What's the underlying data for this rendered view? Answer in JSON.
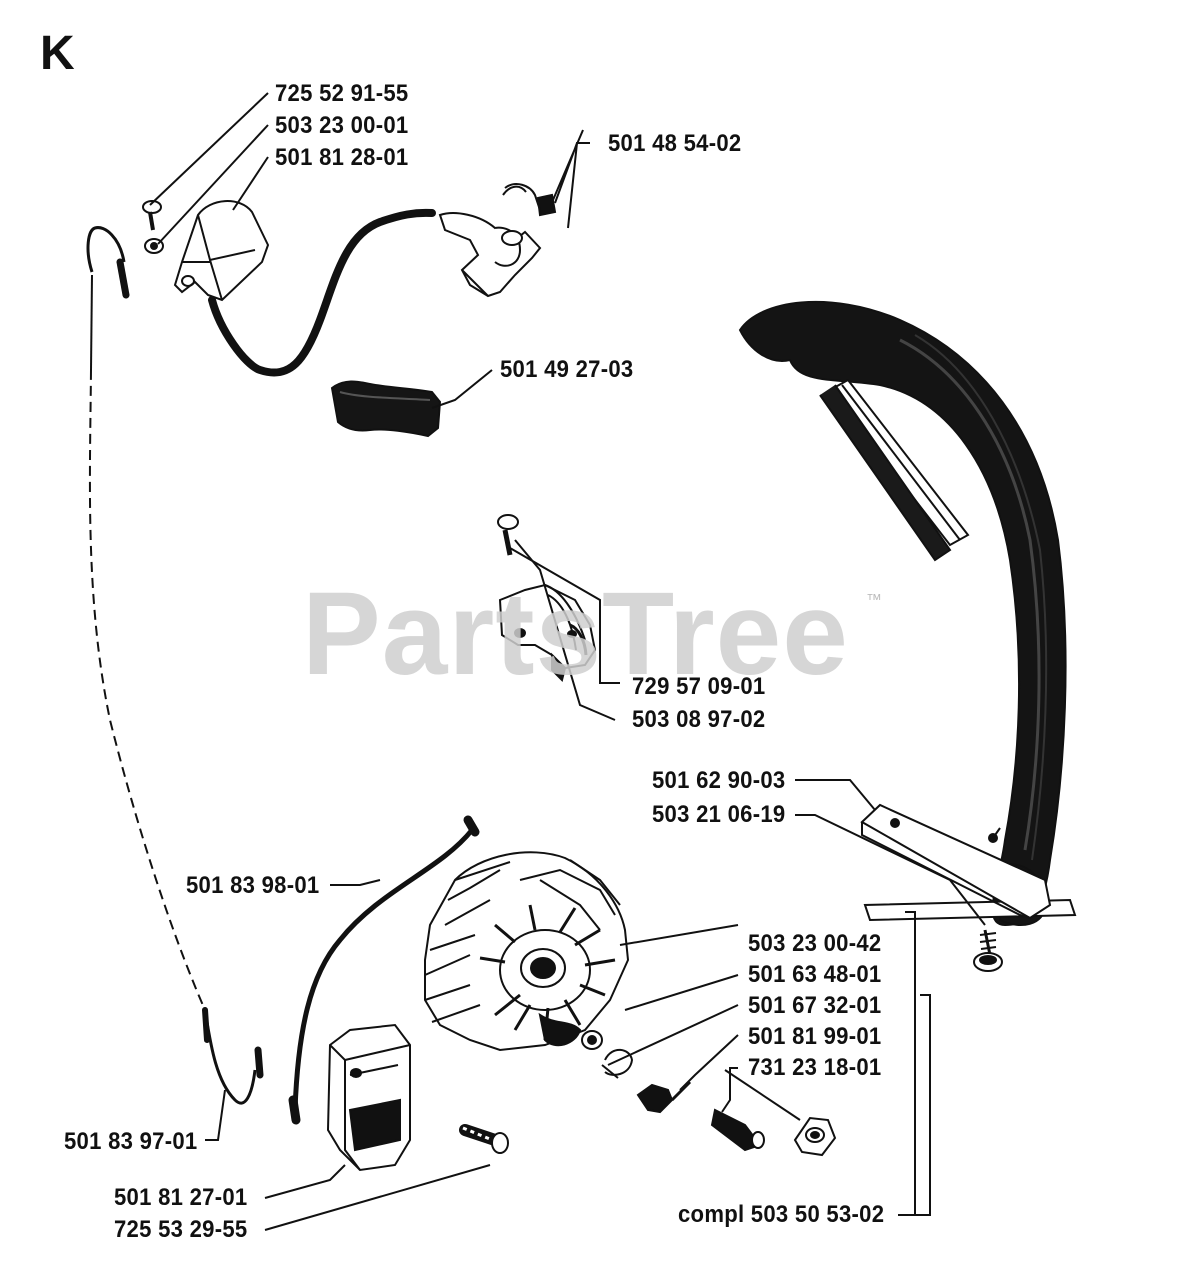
{
  "section_letter": "K",
  "watermark": {
    "text": "PartsTree",
    "trademark": "™"
  },
  "labels": {
    "p725529155": "725 52 91-55",
    "p503230001": "503 23 00-01",
    "p501812801": "501 81 28-01",
    "p501485402": "501 48 54-02",
    "p501492703": "501 49 27-03",
    "p729570901": "729 57 09-01",
    "p503089702": "503 08 97-02",
    "p501629003": "501 62 90-03",
    "p503210619": "503 21 06-19",
    "p501839801": "501 83 98-01",
    "p503230042": "503 23 00-42",
    "p501634801": "501 63 48-01",
    "p501673201": "501 67 32-01",
    "p501819901": "501 81 99-01",
    "p731231801": "731 23 18-01",
    "p501839701": "501 83 97-01",
    "p501812701": "501 81 27-01",
    "p725532955": "725 53 29-55",
    "compl": "compl 503 50 53-02"
  },
  "colors": {
    "ink": "#111111",
    "watermark": "#cfcfcf",
    "background": "#ffffff"
  }
}
